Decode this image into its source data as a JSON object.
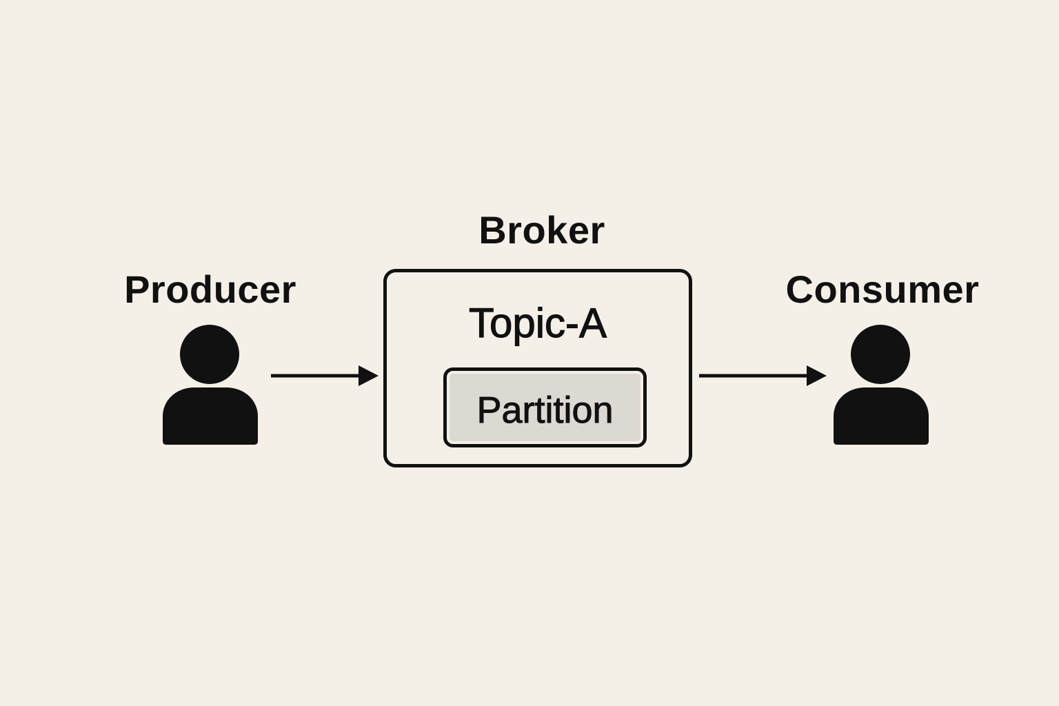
{
  "nodes": {
    "producer": {
      "label": "Producer",
      "icon": "person-icon"
    },
    "broker": {
      "label": "Broker",
      "topic": {
        "label": "Topic-A",
        "partition": {
          "label": "Partition"
        }
      }
    },
    "consumer": {
      "label": "Consumer",
      "icon": "person-icon"
    }
  },
  "edges": [
    {
      "from": "producer",
      "to": "broker"
    },
    {
      "from": "broker",
      "to": "consumer"
    }
  ],
  "colors": {
    "background": "#f4f0e8",
    "foreground": "#111111",
    "partition_fill": "#dcd9d3"
  }
}
